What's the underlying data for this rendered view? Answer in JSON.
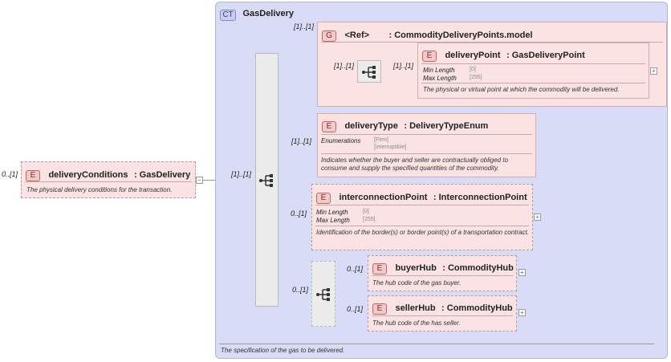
{
  "complex_type": {
    "badge": "CT",
    "name": "GasDelivery",
    "documentation": "The specification of the gas to be delivered."
  },
  "root": {
    "badge": "E",
    "cardinality": "0..[1]",
    "name": "deliveryConditions",
    "type": ": GasDelivery",
    "documentation": "The physical delivery conditions for the transaction.",
    "collapse": "−"
  },
  "main_sequence": {
    "cardinality": "[1]..[1]"
  },
  "group": {
    "badge": "G",
    "cardinality": "[1]..[1]",
    "ref": "<Ref>",
    "name": ": CommodityDeliveryPoints.model",
    "inner_cardinality": "[1]..[1]"
  },
  "delivery_point": {
    "badge": "E",
    "cardinality": "[1]..[1]",
    "name": "deliveryPoint",
    "type": ": GasDeliveryPoint",
    "facet1_label": "Min Length",
    "facet1_value": "[0]",
    "facet2_label": "Max Length",
    "facet2_value": "[255]",
    "documentation": "The physical or virtual point at which the commodity will be delivered.",
    "expand": "+"
  },
  "delivery_type": {
    "badge": "E",
    "cardinality": "[1]..[1]",
    "name": "deliveryType",
    "type": ": DeliveryTypeEnum",
    "facet_label": "Enumerations",
    "value1": "[Firm]",
    "value2": "[interruptible]",
    "documentation": "Indicates whether the buyer and seller are contractually obliged to consume and supply the specified quantities of the commodity."
  },
  "interconnection_point": {
    "badge": "E",
    "cardinality": "0..[1]",
    "name": "interconnectionPoint",
    "type": ": InterconnectionPoint",
    "facet1_label": "Min Length",
    "facet1_value": "[0]",
    "facet2_label": "Max Length",
    "facet2_value": "[255]",
    "documentation": "Identification of the border(s) or border point(s) of a transportation contract.",
    "expand": "+"
  },
  "hub_sequence": {
    "cardinality": "0..[1]"
  },
  "buyer_hub": {
    "badge": "E",
    "cardinality": "0..[1]",
    "name": "buyerHub",
    "type": ": CommodityHub",
    "documentation": "The hub code of the gas buyer.",
    "expand": "+"
  },
  "seller_hub": {
    "badge": "E",
    "cardinality": "0..[1]",
    "name": "sellerHub",
    "type": ": CommodityHub",
    "documentation": "The hub code of the has seller.",
    "expand": "+"
  }
}
